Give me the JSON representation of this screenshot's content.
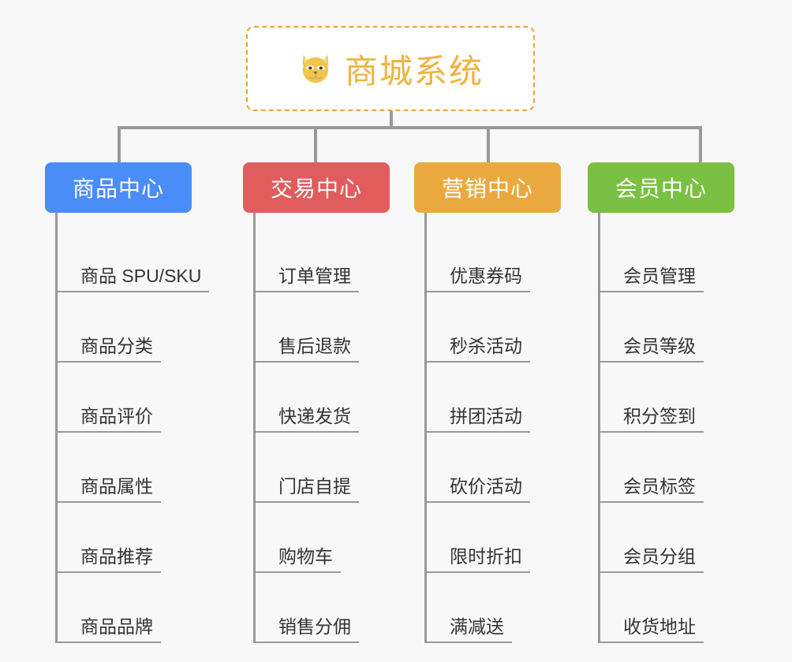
{
  "canvas": {
    "background": "#f8f8f8",
    "line_color": "#999999",
    "leaf_text_color": "#333333"
  },
  "root": {
    "icon": "dog-face-emoji",
    "title": "商城系统",
    "text_color": "#eeb33f",
    "border_color": "#e8a33d",
    "background": "#ffffff"
  },
  "columns": [
    {
      "id": "product-center",
      "label": "商品中心",
      "color": "#4b8df8",
      "leaves": [
        "商品 SPU/SKU",
        "商品分类",
        "商品评价",
        "商品属性",
        "商品推荐",
        "商品品牌"
      ]
    },
    {
      "id": "trade-center",
      "label": "交易中心",
      "color": "#e15c5c",
      "leaves": [
        "订单管理",
        "售后退款",
        "快递发货",
        "门店自提",
        "购物车",
        "销售分佣"
      ]
    },
    {
      "id": "marketing-center",
      "label": "营销中心",
      "color": "#eaa93f",
      "leaves": [
        "优惠券码",
        "秒杀活动",
        "拼团活动",
        "砍价活动",
        "限时折扣",
        "满减送"
      ]
    },
    {
      "id": "member-center",
      "label": "会员中心",
      "color": "#7ac143",
      "leaves": [
        "会员管理",
        "会员等级",
        "积分签到",
        "会员标签",
        "会员分组",
        "收货地址"
      ]
    }
  ]
}
